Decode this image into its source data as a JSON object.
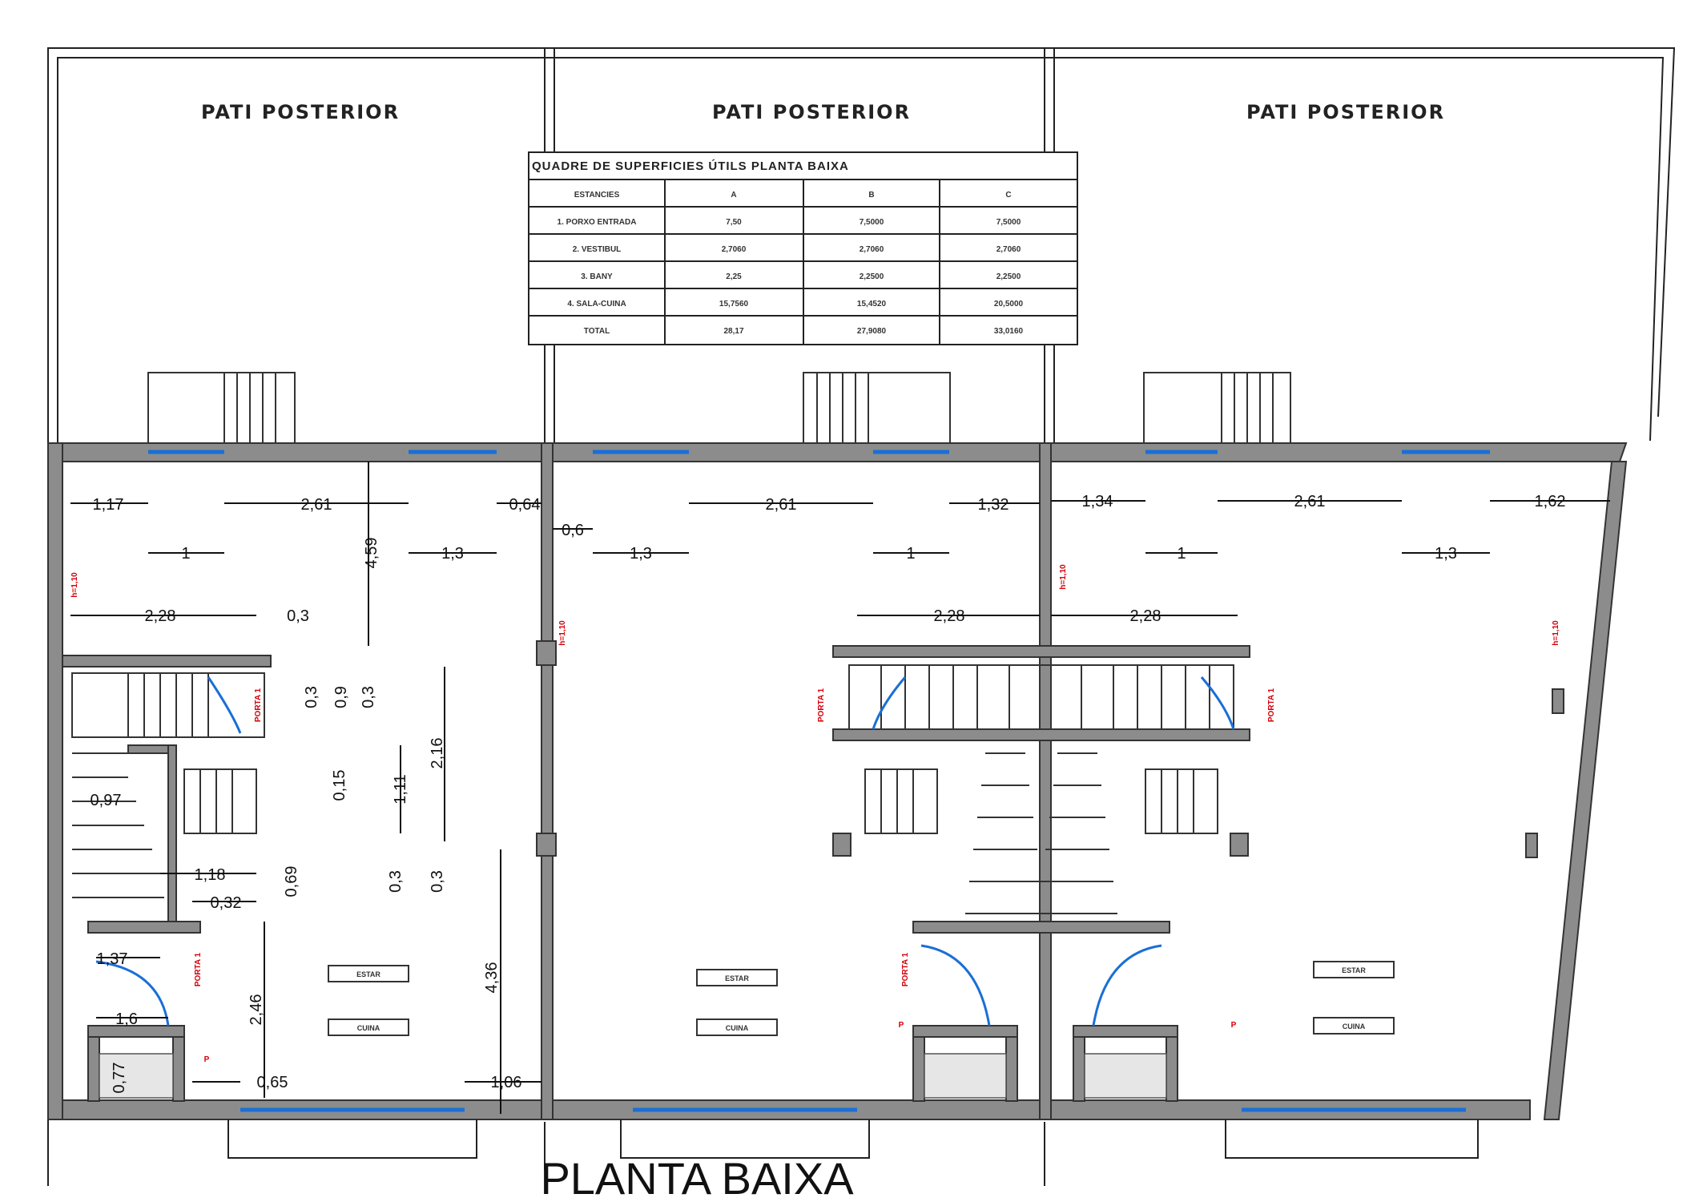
{
  "drawing": {
    "title": "PLANTA BAIXA",
    "patio_labels": [
      "PATI POSTERIOR",
      "PATI POSTERIOR",
      "PATI POSTERIOR"
    ],
    "table": {
      "title": "QUADRE DE SUPERFICIES ÚTILS PLANTA BAIXA",
      "header": [
        "ESTANCIES",
        "A",
        "B",
        "C"
      ],
      "rows": [
        [
          "1. PORXO ENTRADA",
          "7,50",
          "7,5000",
          "7,5000"
        ],
        [
          "2. VESTIBUL",
          "2,7060",
          "2,7060",
          "2,7060"
        ],
        [
          "3. BANY",
          "2,25",
          "2,2500",
          "2,2500"
        ],
        [
          "4. SALA-CUINA",
          "15,7560",
          "15,4520",
          "20,5000"
        ],
        [
          "TOTAL",
          "28,17",
          "27,9080",
          "33,0160"
        ]
      ]
    },
    "dimensions": [
      "1,17",
      "2,61",
      "0,64",
      "1",
      "1,3",
      "0,6",
      "2,61",
      "1,32",
      "1",
      "1,3",
      "1,34",
      "2,61",
      "1,62",
      "1",
      "1,3",
      "4,59",
      "2,28",
      "0,3",
      "2,28",
      "2,28",
      "0,3",
      "0,9",
      "0,3",
      "2,16",
      "0,15",
      "1,11",
      "0,97",
      "0,3",
      "0,3",
      "1,18",
      "0,32",
      "0,69",
      "1,37",
      "1,6",
      "2,46",
      "4,36",
      "0,77",
      "0,65",
      "1,06"
    ],
    "room_labels": [
      "ESTAR",
      "CUINA",
      "ESTAR",
      "CUINA",
      "ESTAR",
      "CUINA"
    ],
    "red_marks": [
      "h=1,10",
      "h=1,10",
      "h=1,10",
      "h=1,10",
      "PORTA 1",
      "PORTA 1",
      "PORTA 1",
      "PORTA 1",
      "PORTA 1",
      "P",
      "P",
      "P"
    ]
  },
  "colors": {
    "wall": "#8c8c8c",
    "window": "#1a6fd6",
    "annotation": "#d4000a",
    "line": "#222222"
  }
}
